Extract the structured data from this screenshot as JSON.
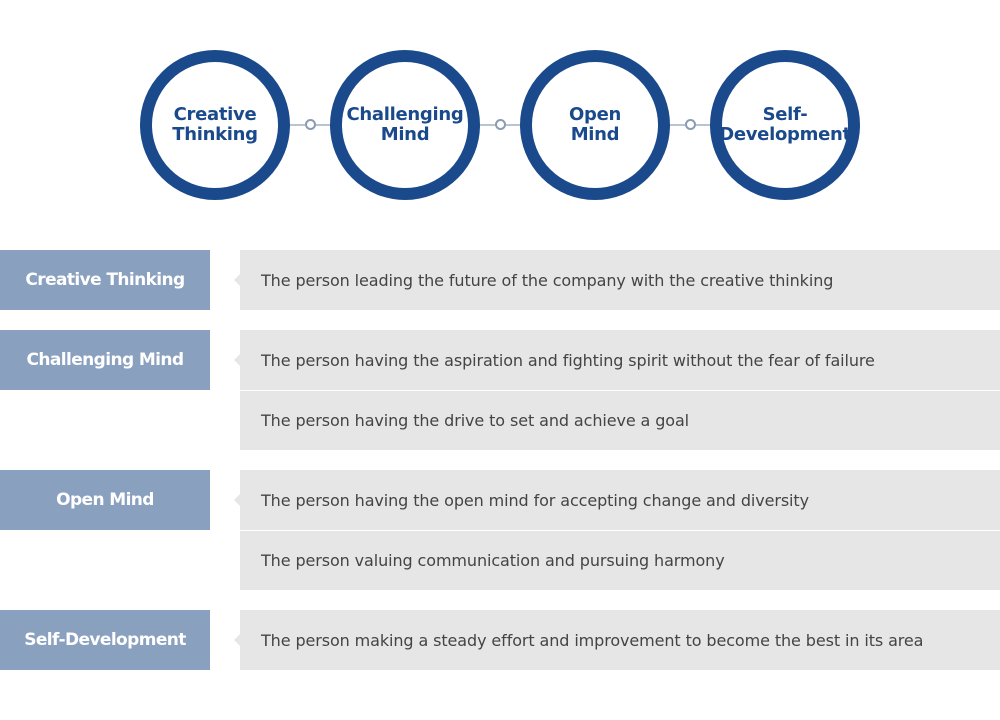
{
  "circles": [
    {
      "label": "Creative\nThinking"
    },
    {
      "label": "Challenging\nMind"
    },
    {
      "label": "Open\nMind"
    },
    {
      "label": "Self-\nDevelopment"
    }
  ],
  "sections": [
    {
      "label": "Creative Thinking",
      "items": [
        "The person leading the future of the company with the creative thinking"
      ]
    },
    {
      "label": "Challenging Mind",
      "items": [
        "The person having the aspiration and fighting spirit without the fear of failure",
        "The person having the drive to set and achieve a goal"
      ]
    },
    {
      "label": "Open Mind",
      "items": [
        "The person having the open mind for accepting change and diversity",
        "The person valuing communication and pursuing harmony"
      ]
    },
    {
      "label": "Self-Development",
      "items": [
        "The person making a steady effort and improvement to become the best in its area"
      ]
    }
  ],
  "colors": {
    "circle_border": "#1b4a8c",
    "label_bg": "#8aa0bf",
    "desc_bg": "#e6e6e6"
  }
}
